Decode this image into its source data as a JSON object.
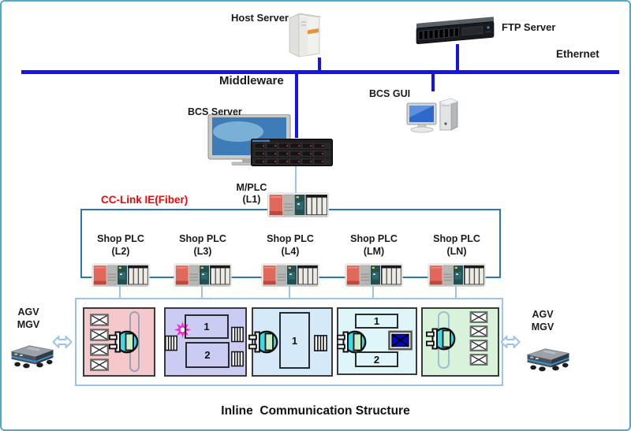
{
  "title": "Inline  Communication Structure",
  "network": {
    "ethernet_label": "Ethernet",
    "middleware_label": "Middleware",
    "fieldbus_label": "CC-Link IE(Fiber)"
  },
  "nodes": {
    "host_server": "Host Server",
    "ftp_server": "FTP Server",
    "bcs_server": "BCS Server",
    "bcs_gui": "BCS GUI",
    "master_plc": {
      "name": "M/PLC",
      "id": "(L1)"
    }
  },
  "shop_plcs": [
    {
      "name": "Shop PLC",
      "id": "(L2)"
    },
    {
      "name": "Shop PLC",
      "id": "(L3)"
    },
    {
      "name": "Shop PLC",
      "id": "(L4)"
    },
    {
      "name": "Shop PLC",
      "id": "(LM)"
    },
    {
      "name": "Shop PLC",
      "id": "(LN)"
    }
  ],
  "vehicles": {
    "left": [
      "AGV",
      "MGV"
    ],
    "right": [
      "AGV",
      "MGV"
    ]
  },
  "cells": [
    {
      "id": "cell-1",
      "fill": "#F5C9CB",
      "stations": []
    },
    {
      "id": "cell-2",
      "fill": "#CBCCF4",
      "stations": [
        "1",
        "2"
      ]
    },
    {
      "id": "cell-3",
      "fill": "#D5EAF8",
      "stations": [
        "1"
      ]
    },
    {
      "id": "cell-4",
      "fill": "#DEF6F9",
      "stations": [
        "1",
        "2"
      ]
    },
    {
      "id": "cell-5",
      "fill": "#D8F3DA",
      "stations": []
    }
  ],
  "colors": {
    "ethernet_bus": "#1414E8",
    "fieldbus_loop": "#2E75B6",
    "drop_line": "#9DC3E6",
    "fieldbus_label_color": "#FF0000",
    "canvas_border": "#4BACC6"
  }
}
